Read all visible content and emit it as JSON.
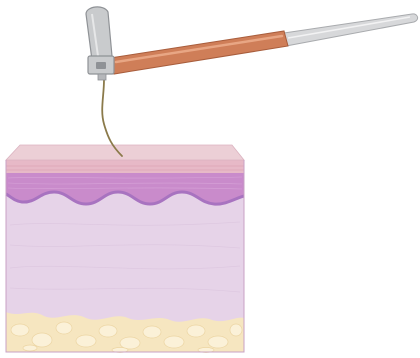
{
  "illustration": {
    "tool": {
      "parts": [
        "clip-head",
        "handle",
        "metal-shaft",
        "filament"
      ],
      "colors": {
        "clip": "#c9cbcd",
        "clip_dark": "#8f9296",
        "handle": "#cf7e58",
        "handle_light": "#e8a684",
        "shaft": "#d7d8da",
        "filament": "#8b7a4a"
      }
    },
    "skin_block": {
      "layers": [
        "stratum-corneum",
        "epidermis",
        "dermis",
        "subcutaneous-fat"
      ],
      "colors": {
        "top_surface": "#eccfd6",
        "stratum_corneum": "#e7b9c7",
        "epidermis": "#c98bcb",
        "basal_line": "#a873c0",
        "dermis": "#e6d3e8",
        "fat": "#f6e6c0",
        "fat_blob": "#fbf1d8",
        "outline": "#c8a2c4"
      }
    }
  }
}
